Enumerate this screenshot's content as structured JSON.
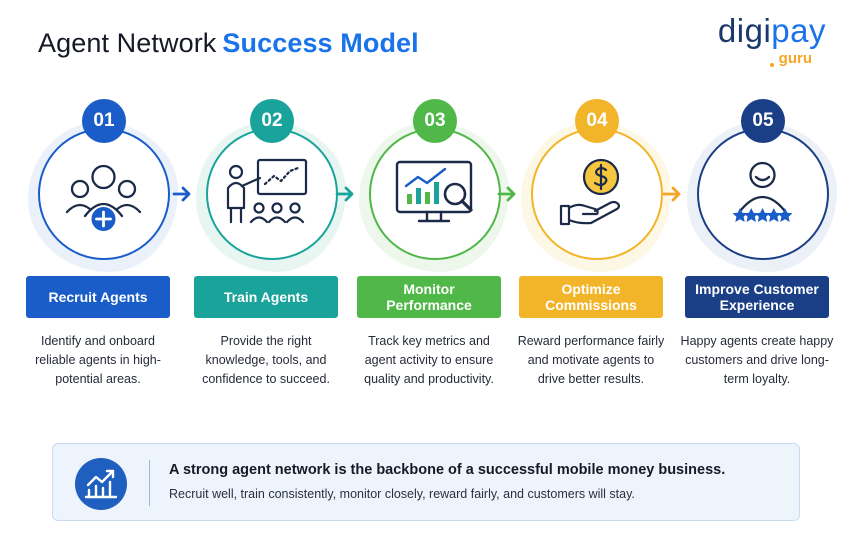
{
  "header": {
    "title_plain": "Agent Network",
    "title_accent": "Success Model"
  },
  "logo": {
    "word_part1": "digi",
    "word_part2": "pay",
    "sub": "guru"
  },
  "colors": {
    "step1": "#1a5dc8",
    "step2": "#1aa39a",
    "step3": "#4fb848",
    "step4": "#f2b52a",
    "step5": "#1b3f86",
    "accent": "#1a73e8"
  },
  "steps": [
    {
      "number": "01",
      "label": "Recruit Agents",
      "icon": "recruit-group-icon",
      "description": "Identify and onboard reliable agents in high-potential areas."
    },
    {
      "number": "02",
      "label": "Train Agents",
      "icon": "training-board-icon",
      "description": "Provide the right knowledge, tools, and confidence to succeed."
    },
    {
      "number": "03",
      "label": "Monitor Performance",
      "icon": "monitor-chart-icon",
      "description": "Track key metrics and agent activity to ensure quality and productivity."
    },
    {
      "number": "04",
      "label": "Optimize Commissions",
      "icon": "coin-hand-icon",
      "description": "Reward performance fairly and motivate agents to drive better results."
    },
    {
      "number": "05",
      "label": "Improve Customer Experience",
      "icon": "customer-stars-icon",
      "description": "Happy agents create happy customers and drive long-term loyalty."
    }
  ],
  "banner": {
    "icon": "growth-chart-icon",
    "headline": "A strong agent network is the backbone of a successful mobile money business.",
    "subline": "Recruit well, train consistently, monitor closely, reward fairly, and customers will stay."
  }
}
